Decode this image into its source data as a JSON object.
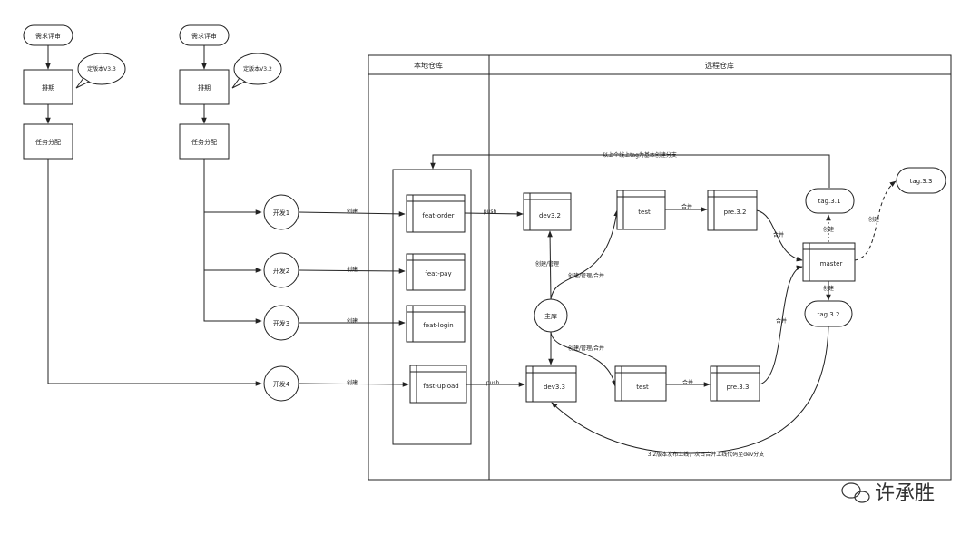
{
  "left_flow": {
    "a": {
      "review": "需求评审",
      "schedule": "排期",
      "assign": "任务分配",
      "bubble": "定版本V3.3"
    },
    "b": {
      "review": "需求评审",
      "schedule": "排期",
      "assign": "任务分配",
      "bubble": "定版本V3.2"
    }
  },
  "devs": [
    "开发1",
    "开发2",
    "开发3",
    "开发4"
  ],
  "create_label": "创建",
  "local_repo": {
    "header": "本地仓库",
    "branches": [
      "feat-order",
      "feat-pay",
      "feat-login",
      "fast-upload"
    ]
  },
  "remote_repo": {
    "header": "远程仓库",
    "dev32": "dev3.2",
    "dev33": "dev3.3",
    "main": "主库",
    "test_a": "test",
    "test_b": "test",
    "pre32": "pre.3.2",
    "pre33": "pre.3.3",
    "master": "master",
    "tag31": "tag.3.1",
    "tag32": "tag.3.2",
    "tag33": "tag.3.3"
  },
  "edges": {
    "push_a": "push",
    "push_b": "push",
    "create_manage": "创建/管理",
    "create_manage_merge_a": "创建/管理/合并",
    "create_manage_merge_b": "创建/管理/合并",
    "merge_test32": "合并",
    "merge_test33": "合并",
    "merge_pre32": "合并",
    "merge_pre33": "合并",
    "create_tag31": "创建",
    "create_tag32": "创建",
    "create_tag33": "创建",
    "top_note": "以上个线上tag为基本创建分支",
    "bottom_note": "3.2版本发布上线，次日合并上线代码至dev分支"
  },
  "watermark": "许承胜"
}
